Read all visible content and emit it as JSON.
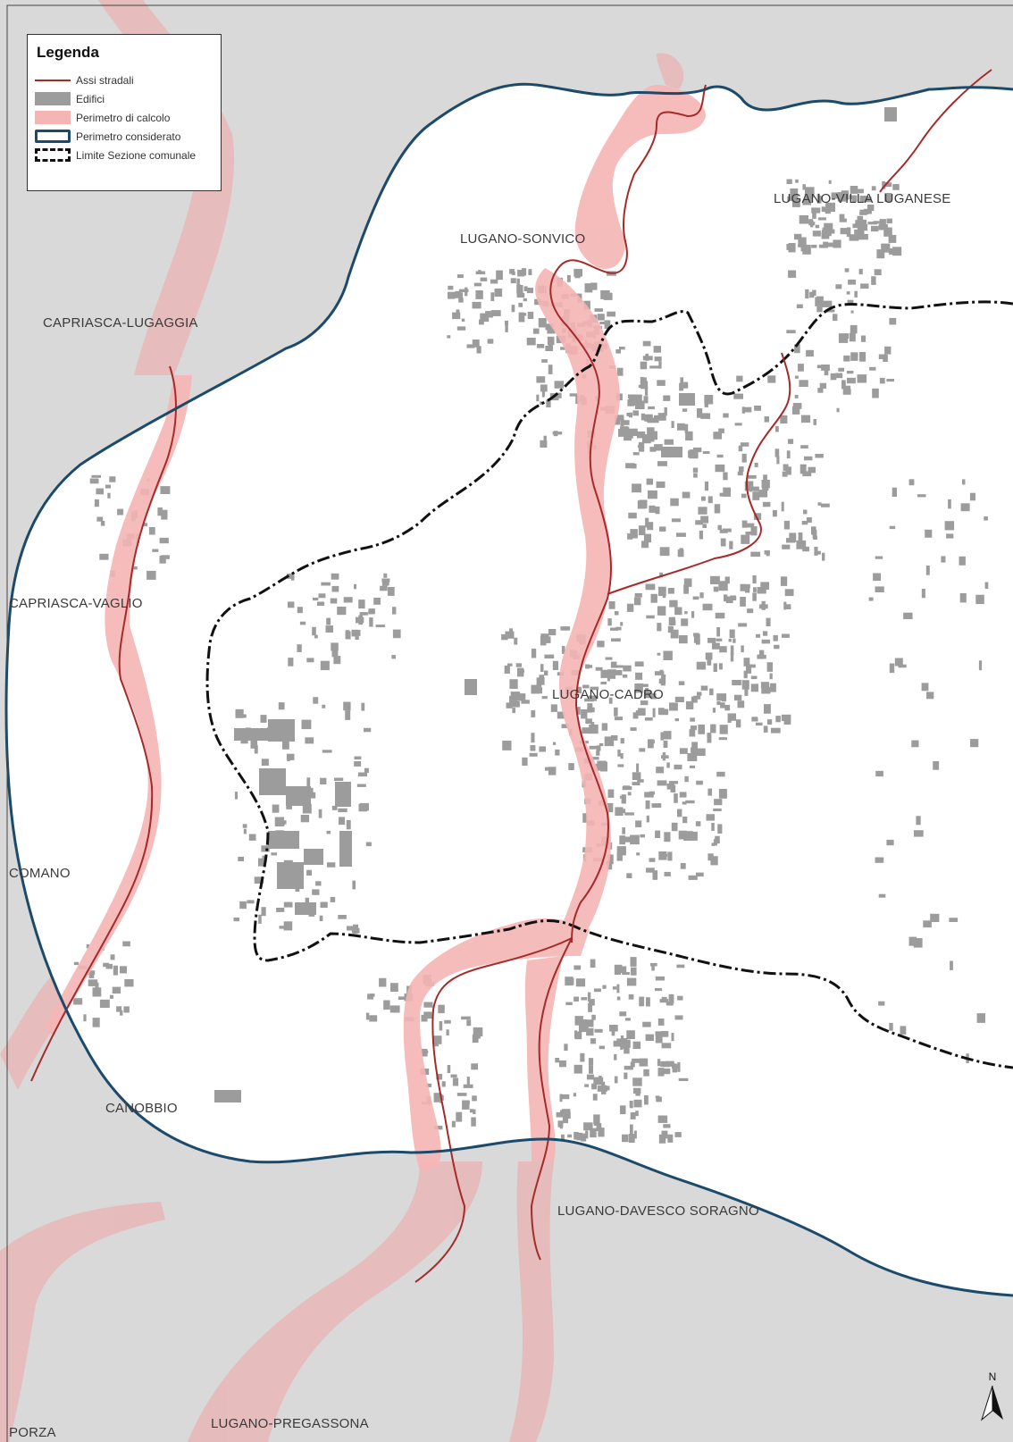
{
  "legend": {
    "title": "Legenda",
    "items": [
      {
        "label": "Assi stradali",
        "symbol": "road"
      },
      {
        "label": "Edifici",
        "symbol": "buildings"
      },
      {
        "label": "Perimetro di calcolo",
        "symbol": "calc-perimeter"
      },
      {
        "label": "Perimetro considerato",
        "symbol": "considered-perimeter"
      },
      {
        "label": "Limite Sezione comunale",
        "symbol": "section-limit"
      }
    ]
  },
  "places": {
    "capriasca_lugaggia": "CAPRIASCA-LUGAGGIA",
    "lugano_sonvico": "LUGANO-SONVICO",
    "lugano_villa_luganese": "LUGANO-VILLA LUGANESE",
    "capriasca_vaglio": "CAPRIASCA-VAGLIO",
    "lugano_cadro": "LUGANO-CADRO",
    "comano": "COMANO",
    "canobbio": "CANOBBIO",
    "lugano_davesco_soragno": "LUGANO-DAVESCO SORAGNO",
    "porza": "PORZA",
    "lugano_pregassona": "LUGANO-PREGASSONA"
  },
  "north_arrow": {
    "label": "N",
    "icon": "north-arrow-icon"
  },
  "colors": {
    "background": "#d9d9d9",
    "inside": "#ffffff",
    "perimeter": "#1b4a6b",
    "calc_zone": "#f5b5b5",
    "road": "#a62a2a",
    "buildings": "#9c9c9c",
    "section_limit": "#111111"
  }
}
